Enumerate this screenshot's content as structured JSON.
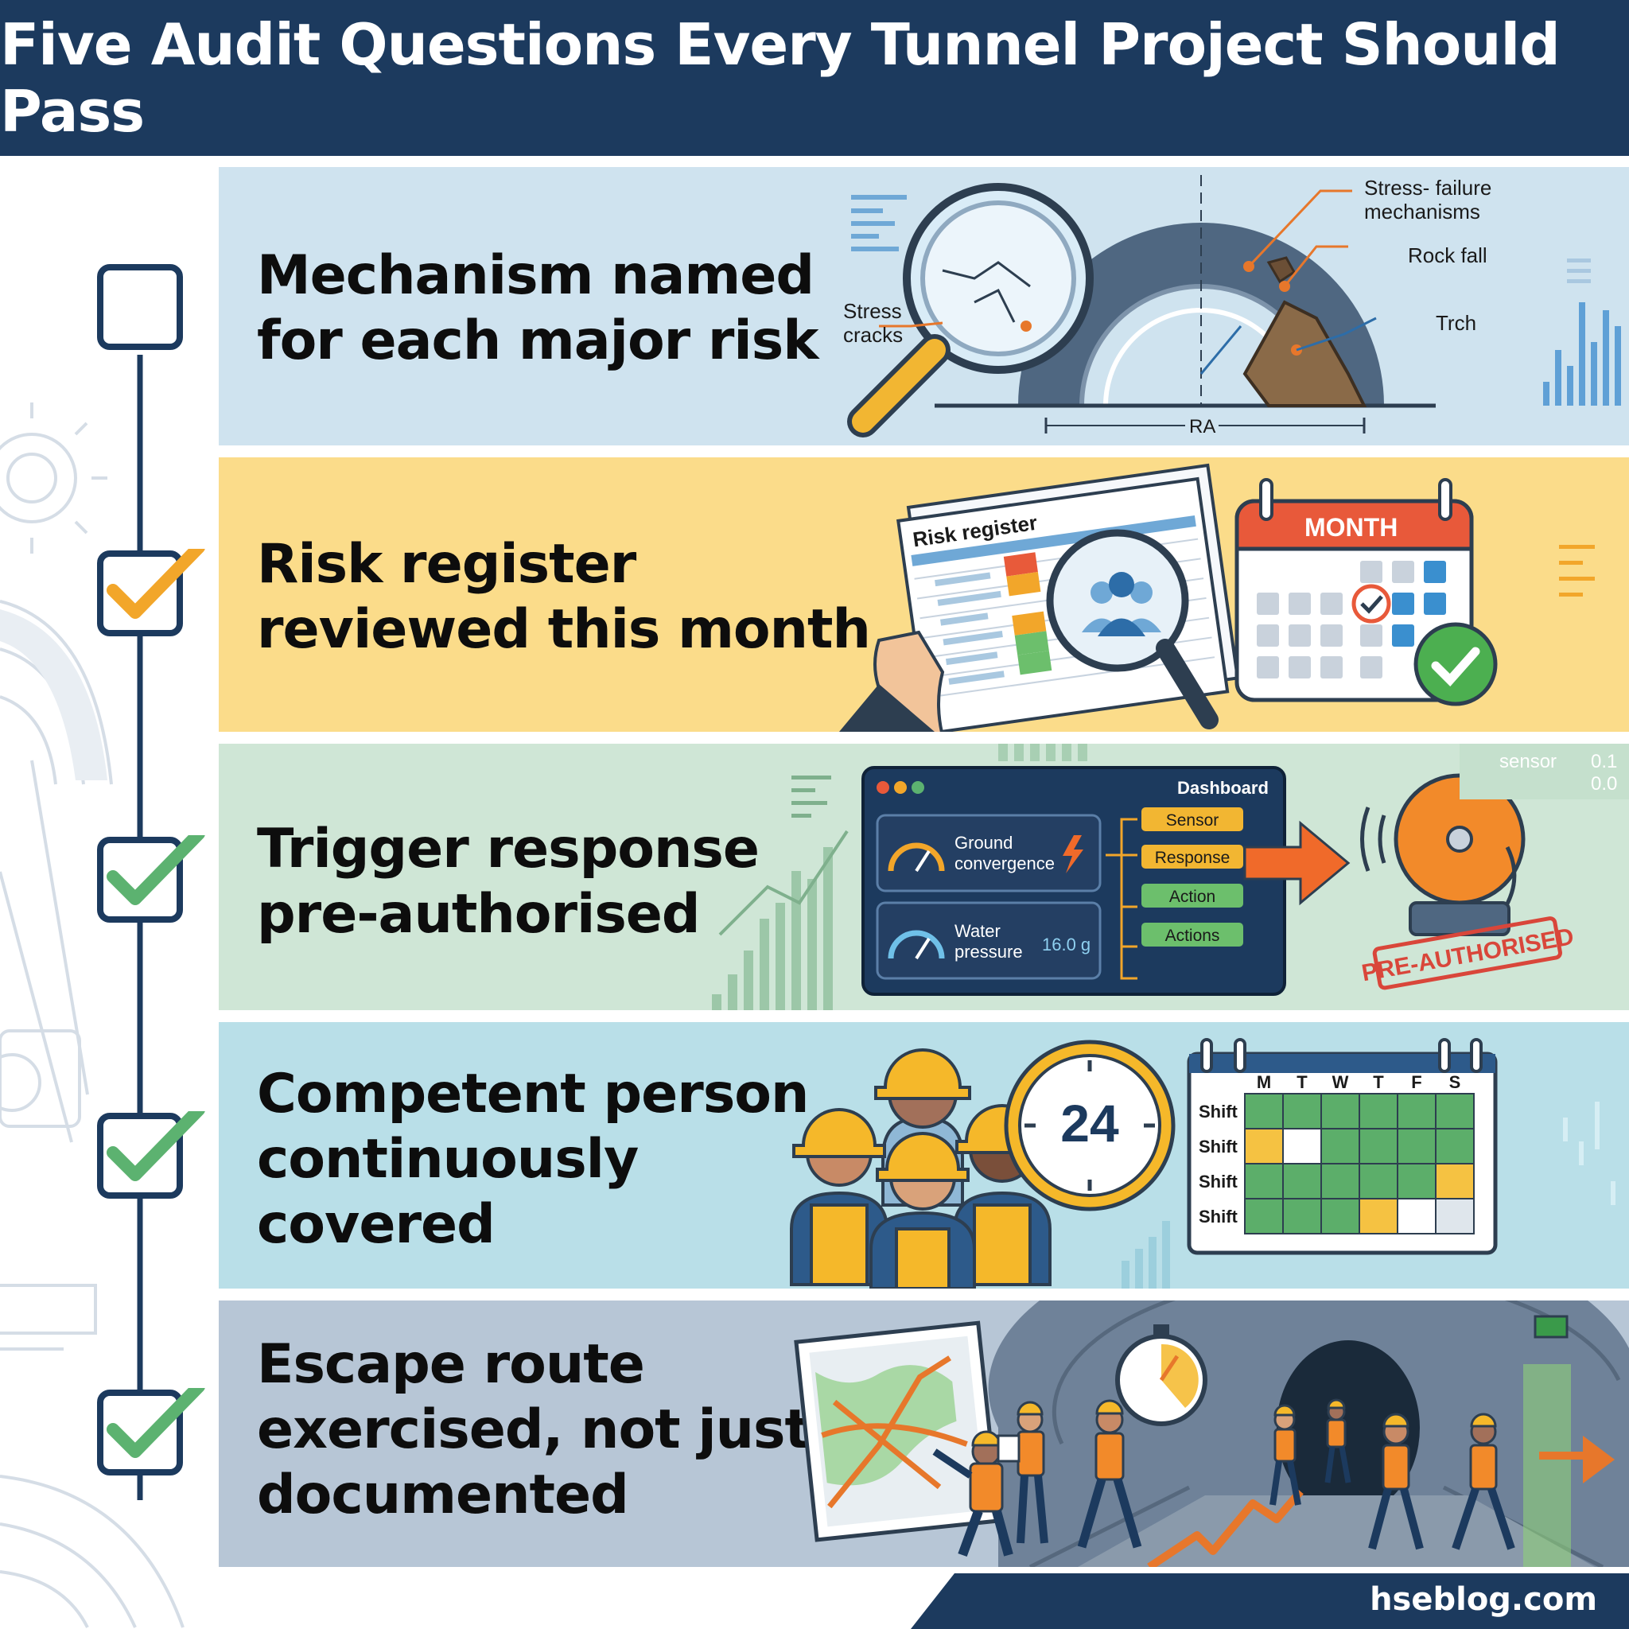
{
  "header": {
    "title": "Five Audit Questions Every Tunnel Project Should Pass"
  },
  "colors": {
    "header_bg": "#1c3a5e",
    "panel1_bg": "#cfe3ef",
    "panel2_bg": "#fbdc8a",
    "panel3_bg": "#cfe6d6",
    "panel4_bg": "#b9dfe8",
    "panel5_bg": "#b7c6d6",
    "check_orange": "#f2a62a",
    "check_green": "#5cb270"
  },
  "items": [
    {
      "title_lines": [
        "Mechanism named",
        "for each major risk"
      ],
      "checked": false,
      "check_color": "none",
      "illustration": {
        "label_stress_cracks_1": "Stress",
        "label_stress_cracks_2": "cracks",
        "label_stress_failure_1": "Stress- failure",
        "label_stress_failure_2": "mechanisms",
        "label_rock_fall": "Rock fall",
        "label_trch": "Trch",
        "label_ra": "RA",
        "icon": "magnifier-tunnel-icon"
      }
    },
    {
      "title_lines": [
        "Risk register",
        "reviewed this month"
      ],
      "checked": true,
      "check_color": "orange",
      "illustration": {
        "register_title": "Risk register",
        "calendar_title": "MONTH",
        "icon": "calendar-icon"
      }
    },
    {
      "title_lines": [
        "Trigger response",
        "pre-authorised"
      ],
      "checked": true,
      "check_color": "green",
      "illustration": {
        "dashboard_title": "Dashboard",
        "gauge1_label_1": "Ground",
        "gauge1_label_2": "convergence",
        "gauge2_label_1": "Water",
        "gauge2_label_2": "pressure",
        "gauge2_value": "16.0 g",
        "flow": [
          "Sensor",
          "Response",
          "Action",
          "Actions"
        ],
        "stamp": "PRE-AUTHORISED",
        "sensor_label": "sensor",
        "sensor_values": [
          "0.1",
          "0.0"
        ],
        "icon": "alarm-bell-icon"
      }
    },
    {
      "title_lines": [
        "Competent person",
        "continuously",
        "covered"
      ],
      "checked": true,
      "check_color": "green",
      "illustration": {
        "clock_value": "24",
        "days": [
          "M",
          "T",
          "W",
          "T",
          "F",
          "S"
        ],
        "row_labels": [
          "Shift",
          "Shift",
          "Shift",
          "Shift"
        ],
        "grid": [
          [
            "g",
            "g",
            "g",
            "g",
            "g",
            "g"
          ],
          [
            "y",
            "w",
            "g",
            "g",
            "g",
            "g"
          ],
          [
            "g",
            "g",
            "g",
            "g",
            "g",
            "y"
          ],
          [
            "g",
            "g",
            "g",
            "y",
            "w",
            "l"
          ]
        ],
        "icon": "clock-icon"
      }
    },
    {
      "title_lines": [
        "Escape route",
        "exercised, not just",
        "documented"
      ],
      "checked": true,
      "check_color": "green",
      "illustration": {
        "icon": "stopwatch-icon"
      }
    }
  ],
  "footer": {
    "url": "hseblog.com"
  }
}
